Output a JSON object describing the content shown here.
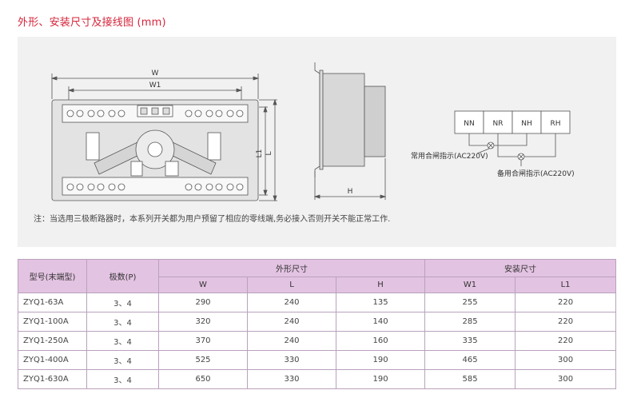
{
  "title": "外形、安装尺寸及接线图 (mm)",
  "drawing": {
    "front_dim_w": "W",
    "front_dim_w1": "W1",
    "front_dim_l1": "L1",
    "front_dim_l": "L",
    "side_dim_h": "H",
    "terminals": [
      "NN",
      "NR",
      "NH",
      "RH"
    ],
    "indicator_normal": "常用合闸指示(AC220V)",
    "indicator_backup": "备用合闸指示(AC220V)"
  },
  "note": "注：当选用三极断路器时，本系列开关都为用户预留了相应的零线端,务必接入否则开关不能正常工作.",
  "table": {
    "col_model": "型号(末端型)",
    "col_poles": "极数(P)",
    "group_outline": "外形尺寸",
    "group_install": "安装尺寸",
    "sub_w": "W",
    "sub_l": "L",
    "sub_h": "H",
    "sub_w1": "W1",
    "sub_l1": "L1",
    "rows": [
      {
        "model": "ZYQ1-63A",
        "poles": "3、4",
        "w": "290",
        "l": "240",
        "h": "135",
        "w1": "255",
        "l1": "220"
      },
      {
        "model": "ZYQ1-100A",
        "poles": "3、4",
        "w": "320",
        "l": "240",
        "h": "140",
        "w1": "285",
        "l1": "220"
      },
      {
        "model": "ZYQ1-250A",
        "poles": "3、4",
        "w": "370",
        "l": "240",
        "h": "160",
        "w1": "335",
        "l1": "220"
      },
      {
        "model": "ZYQ1-400A",
        "poles": "3、4",
        "w": "525",
        "l": "330",
        "h": "190",
        "w1": "465",
        "l1": "300"
      },
      {
        "model": "ZYQ1-630A",
        "poles": "3、4",
        "w": "650",
        "l": "330",
        "h": "190",
        "w1": "585",
        "l1": "300"
      }
    ]
  }
}
